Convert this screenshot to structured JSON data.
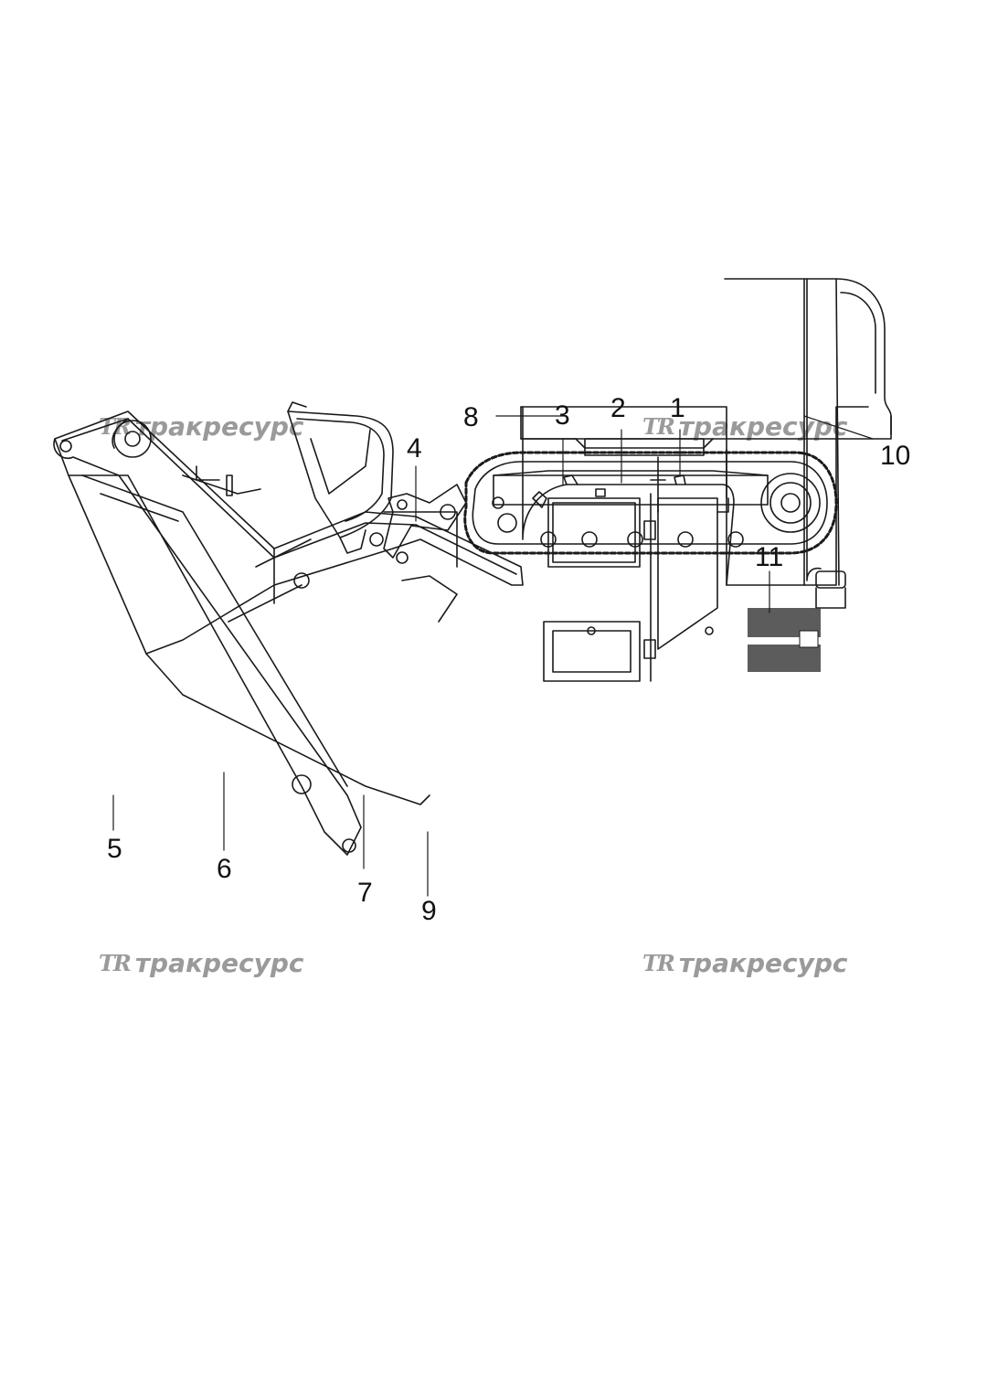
{
  "watermark": {
    "logo": "TR",
    "text": "тракресурс"
  },
  "callouts": {
    "c1": "1",
    "c2": "2",
    "c3": "3",
    "c4": "4",
    "c5": "5",
    "c6": "6",
    "c7": "7",
    "c8": "8",
    "c9": "9",
    "c10": "10",
    "c11": "11"
  }
}
